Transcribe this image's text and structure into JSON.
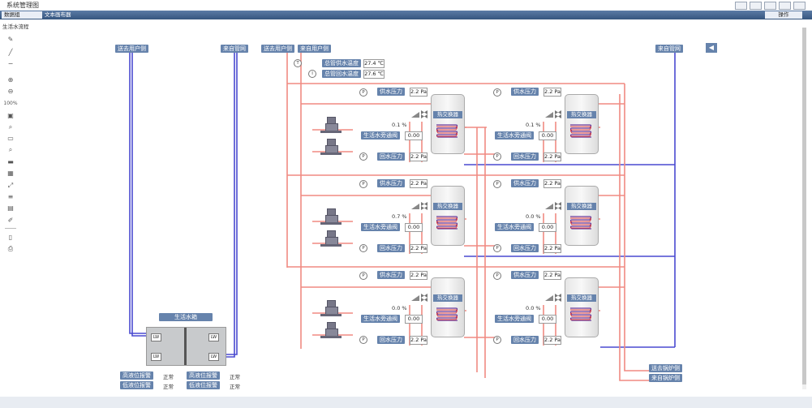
{
  "app": {
    "title": "系统管理图"
  },
  "tabs": [
    {
      "label": "数据组"
    },
    {
      "label": "文本画布器"
    }
  ],
  "right_tab": "操作",
  "view_label": "生活水流程",
  "toolbar": {
    "zoom_label": "100%"
  },
  "diagram": {
    "to_user_left": "送去用户侧",
    "from_city_left": "来自管网",
    "to_user_mid": "送去用户侧",
    "from_user_mid": "来自用户侧",
    "from_city_right": "来自管网",
    "to_boiler": "送去锅炉侧",
    "from_boiler": "来自锅炉侧",
    "header": {
      "supply_temp_label": "总管供水温度",
      "supply_temp_value": "27.4 ℃",
      "return_temp_label": "总管回水温度",
      "return_temp_value": "27.6 ℃",
      "sym_t": "T",
      "sym_i": "I"
    },
    "exchangers": [
      {
        "supply_label": "供水压力",
        "supply_value": "2.2 Pa",
        "hx_label": "热交换器",
        "valve_pct": "0.1 %",
        "bypass_label": "生活水旁通阀",
        "bypass_value": "0.00",
        "return_label": "回水压力",
        "return_value": "2.2 Pa"
      },
      {
        "supply_label": "供水压力",
        "supply_value": "2.2 Pa",
        "hx_label": "热交换器",
        "valve_pct": "0.1 %",
        "bypass_label": "生活水旁通阀",
        "bypass_value": "0.00",
        "return_label": "回水压力",
        "return_value": "2.2 Pa"
      },
      {
        "supply_label": "供水压力",
        "supply_value": "2.2 Pa",
        "hx_label": "热交换器",
        "valve_pct": "0.7 %",
        "bypass_label": "生活水旁通阀",
        "bypass_value": "0.00",
        "return_label": "回水压力",
        "return_value": "2.2 Pa"
      },
      {
        "supply_label": "供水压力",
        "supply_value": "2.2 Pa",
        "hx_label": "热交换器",
        "valve_pct": "0.0 %",
        "bypass_label": "生活水旁通阀",
        "bypass_value": "0.00",
        "return_label": "回水压力",
        "return_value": "2.2 Pa"
      },
      {
        "supply_label": "供水压力",
        "supply_value": "2.2 Pa",
        "hx_label": "热交换器",
        "valve_pct": "0.0 %",
        "bypass_label": "生活水旁通阀",
        "bypass_value": "0.00",
        "return_label": "回水压力",
        "return_value": "2.2 Pa"
      },
      {
        "supply_label": "供水压力",
        "supply_value": "2.2 Pa",
        "hx_label": "热交换器",
        "valve_pct": "0.0 %",
        "bypass_label": "生活水旁通阀",
        "bypass_value": "0.00",
        "return_label": "回水压力",
        "return_value": "2.2 Pa"
      }
    ],
    "tank": {
      "label": "生活水箱",
      "lw": "LW",
      "left": {
        "high_label": "高液位报警",
        "high_value": "正常",
        "low_label": "低液位报警",
        "low_value": "正常"
      },
      "right": {
        "high_label": "高液位报警",
        "high_value": "正常",
        "low_label": "低液位报警",
        "low_value": "正常"
      }
    },
    "colors": {
      "hot": "#f08a82",
      "cold": "#4a4ad0",
      "label_bg": "#6683ac"
    }
  }
}
